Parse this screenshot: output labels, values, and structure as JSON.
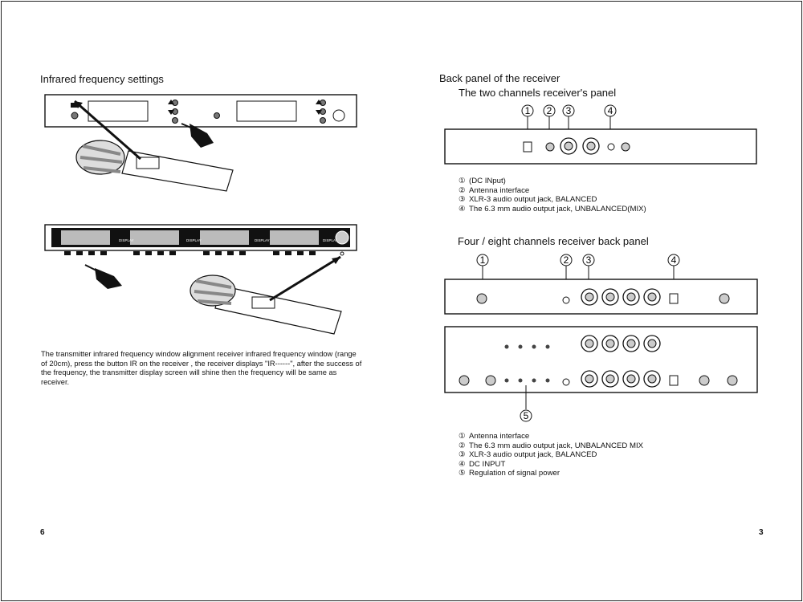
{
  "left_page": {
    "title": "Infrared frequency settings",
    "receiver_labels": {
      "display": "DISPLAY"
    },
    "description": "The transmitter infrared frequency window alignment receiver infrared frequency window (range of 20cm), press the button IR on the receiver , the receiver displays \"IR------\", after the success of the frequency, the transmitter display screen will shine then the frequency will be same as receiver.",
    "page_number": "6"
  },
  "right_page": {
    "title": "Back panel of the receiver",
    "two_channel": {
      "subtitle": "The two channels receiver's  panel",
      "callouts": [
        "1",
        "2",
        "3",
        "4"
      ],
      "legend": [
        {
          "num": "①",
          "text": "(DC INput)"
        },
        {
          "num": "②",
          "text": "Antenna interface"
        },
        {
          "num": "③",
          "text": "XLR-3 audio output jack, BALANCED"
        },
        {
          "num": "④",
          "text": "The 6.3 mm audio output jack, UNBALANCED(MIX)"
        }
      ]
    },
    "multi_channel": {
      "subtitle": "Four / eight channels receiver back panel",
      "callouts": [
        "1",
        "2",
        "3",
        "4",
        "5"
      ],
      "legend": [
        {
          "num": "①",
          "text": "Antenna interface"
        },
        {
          "num": "②",
          "text": "The 6.3 mm audio output jack, UNBALANCED MIX"
        },
        {
          "num": "③",
          "text": "XLR-3 audio output jack, BALANCED"
        },
        {
          "num": "④",
          "text": "DC INPUT"
        },
        {
          "num": "⑤",
          "text": "Regulation of signal power"
        }
      ]
    },
    "page_number": "3"
  }
}
